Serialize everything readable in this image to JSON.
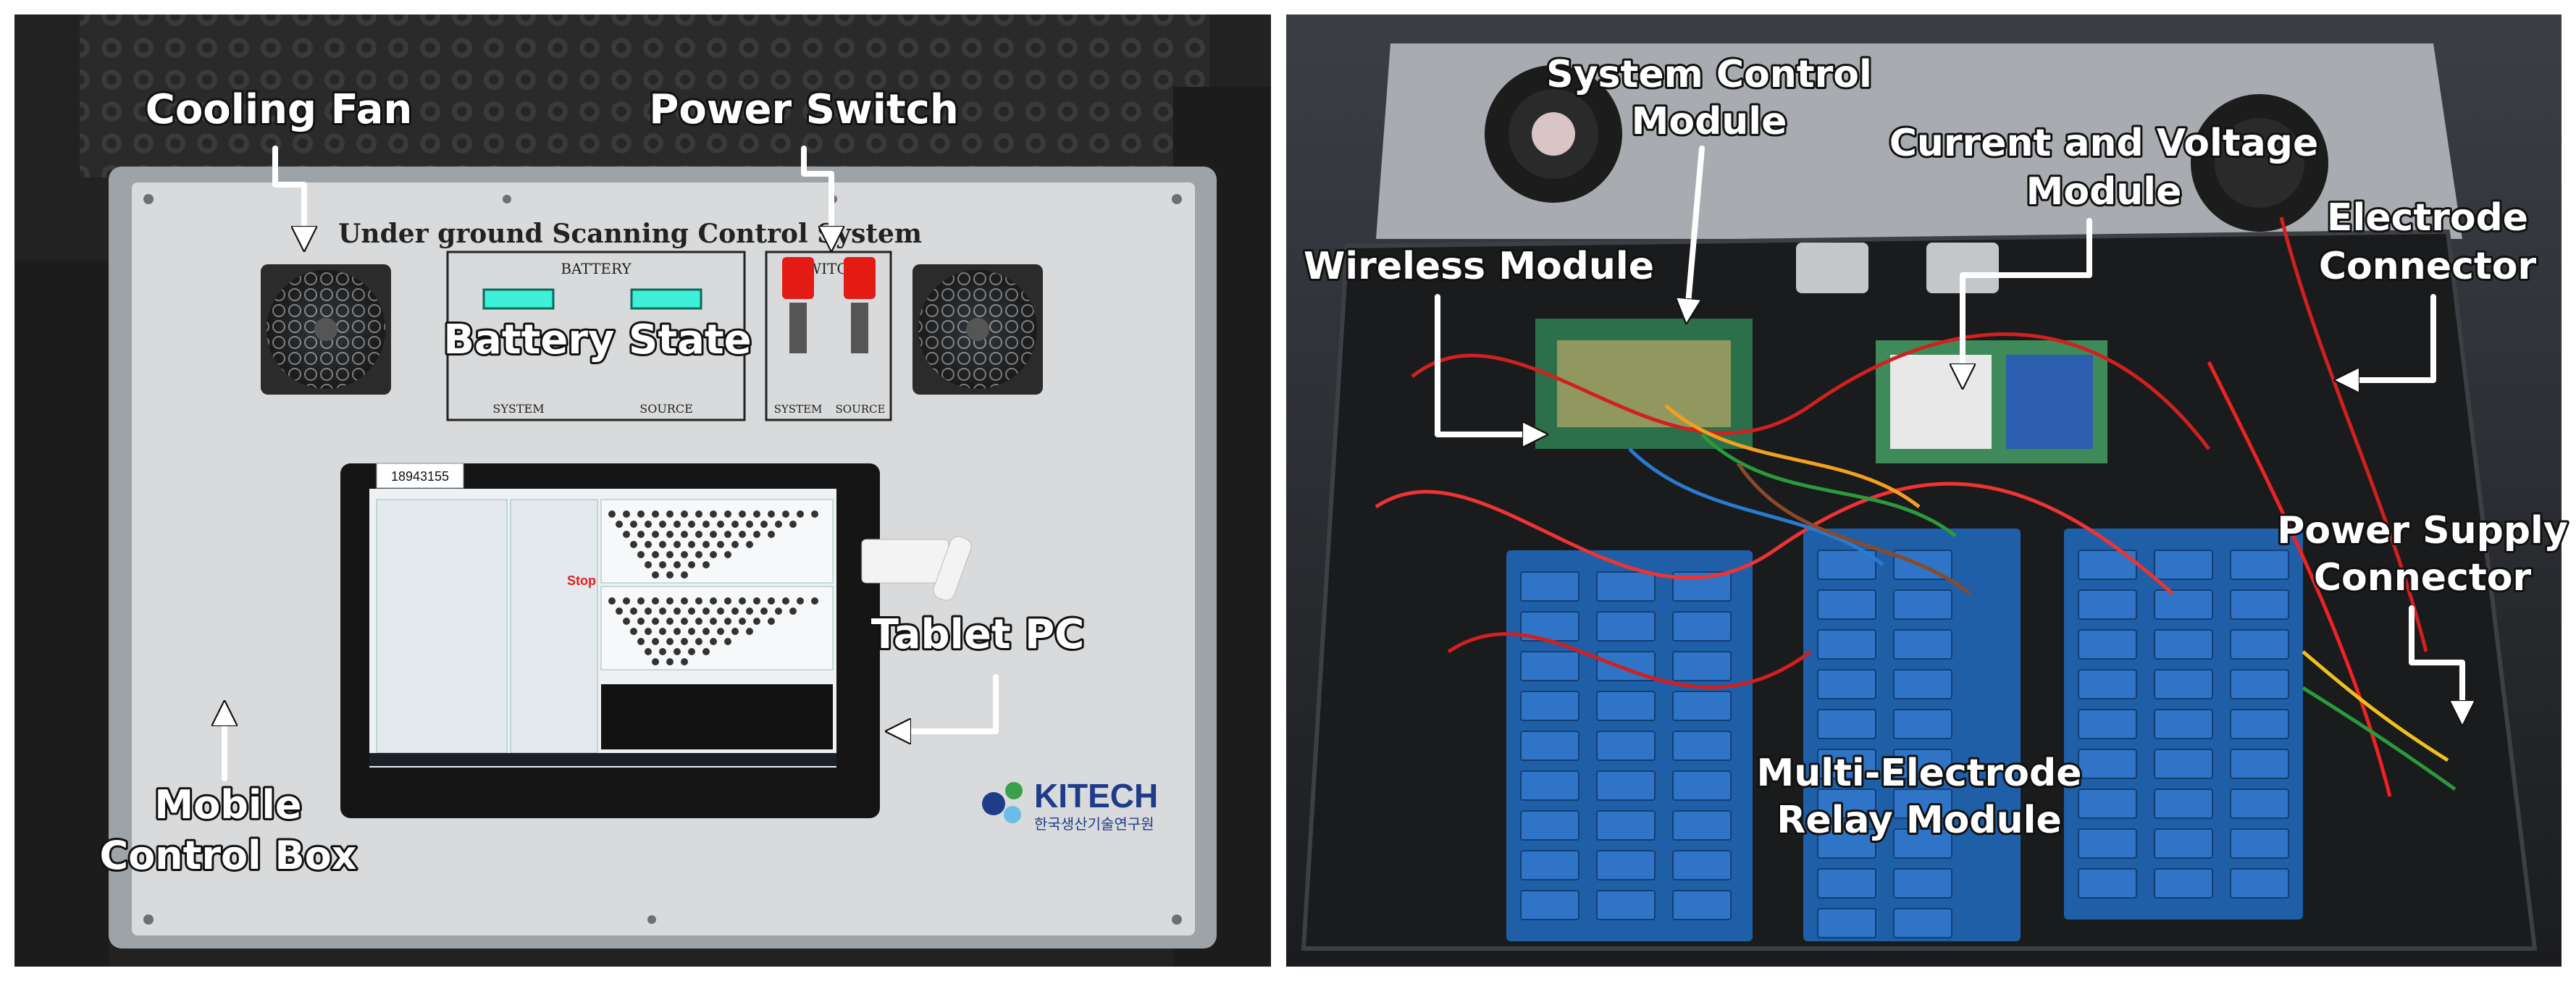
{
  "left_photo": {
    "panel_title": "Under ground Scanning Control System",
    "battery_heading": "BATTERY",
    "switch_heading": "SWITCH",
    "system_text": "SYSTEM",
    "source_text": "SOURCE",
    "tablet_tag": "18943155",
    "stop_text": "Stop",
    "kitech_text": "KITECH",
    "kitech_sub": "한국생산기술연구원",
    "labels": {
      "cooling_fan": "Cooling Fan",
      "power_switch": "Power Switch",
      "battery_state": "Battery State",
      "tablet_pc": "Tablet PC",
      "mobile_line1": "Mobile",
      "mobile_line2": "Control Box"
    }
  },
  "right_photo": {
    "labels": {
      "system_control_line1": "System Control",
      "system_control_line2": "Module",
      "current_voltage_line1": "Current and Voltage",
      "current_voltage_line2": "Module",
      "electrode_line1": "Electrode",
      "electrode_line2": "Connector",
      "wireless": "Wireless Module",
      "power_supply_line1": "Power Supply",
      "power_supply_line2": "Connector",
      "relay_line1": "Multi-Electrode",
      "relay_line2": "Relay Module"
    }
  },
  "colors": {
    "relay_blue": "#1f5fa8",
    "panel_gray": "#d9dadb",
    "led_cyan": "#3ff0d8",
    "switch_red": "#e41b14"
  }
}
